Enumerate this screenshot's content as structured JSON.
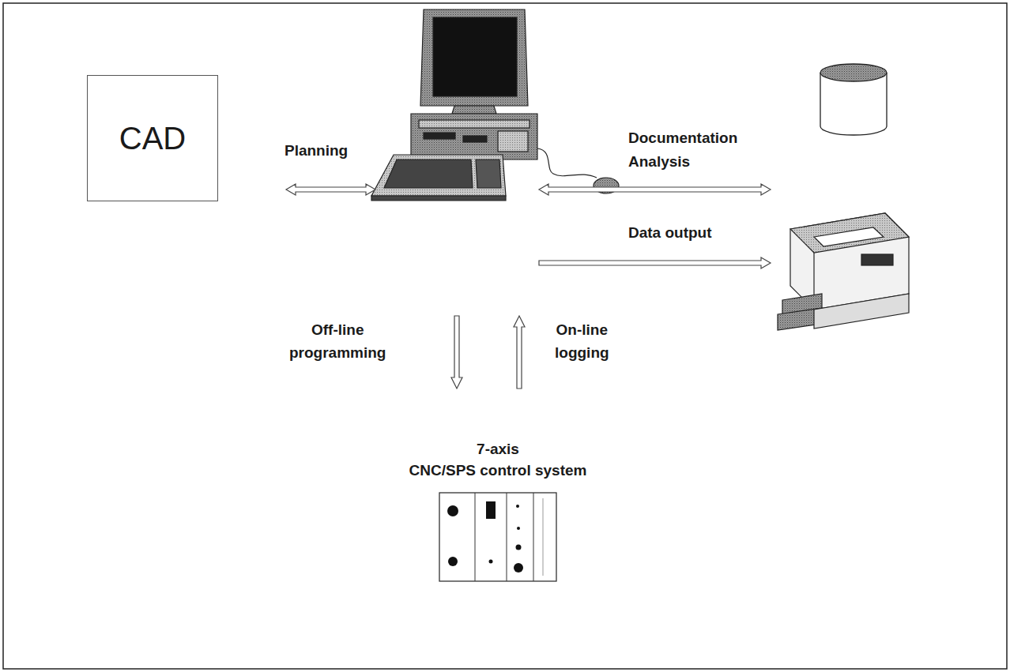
{
  "diagram": {
    "nodes": [
      {
        "text": [
          "CAD"
        ]
      },
      {
        "text": [
          "7-axis CNC/SPS control system"
        ]
      }
    ],
    "labels": [
      "Planning",
      "Documentation",
      "Analysis",
      "Data output",
      "Off-line programming",
      "On-line logging"
    ]
  }
}
